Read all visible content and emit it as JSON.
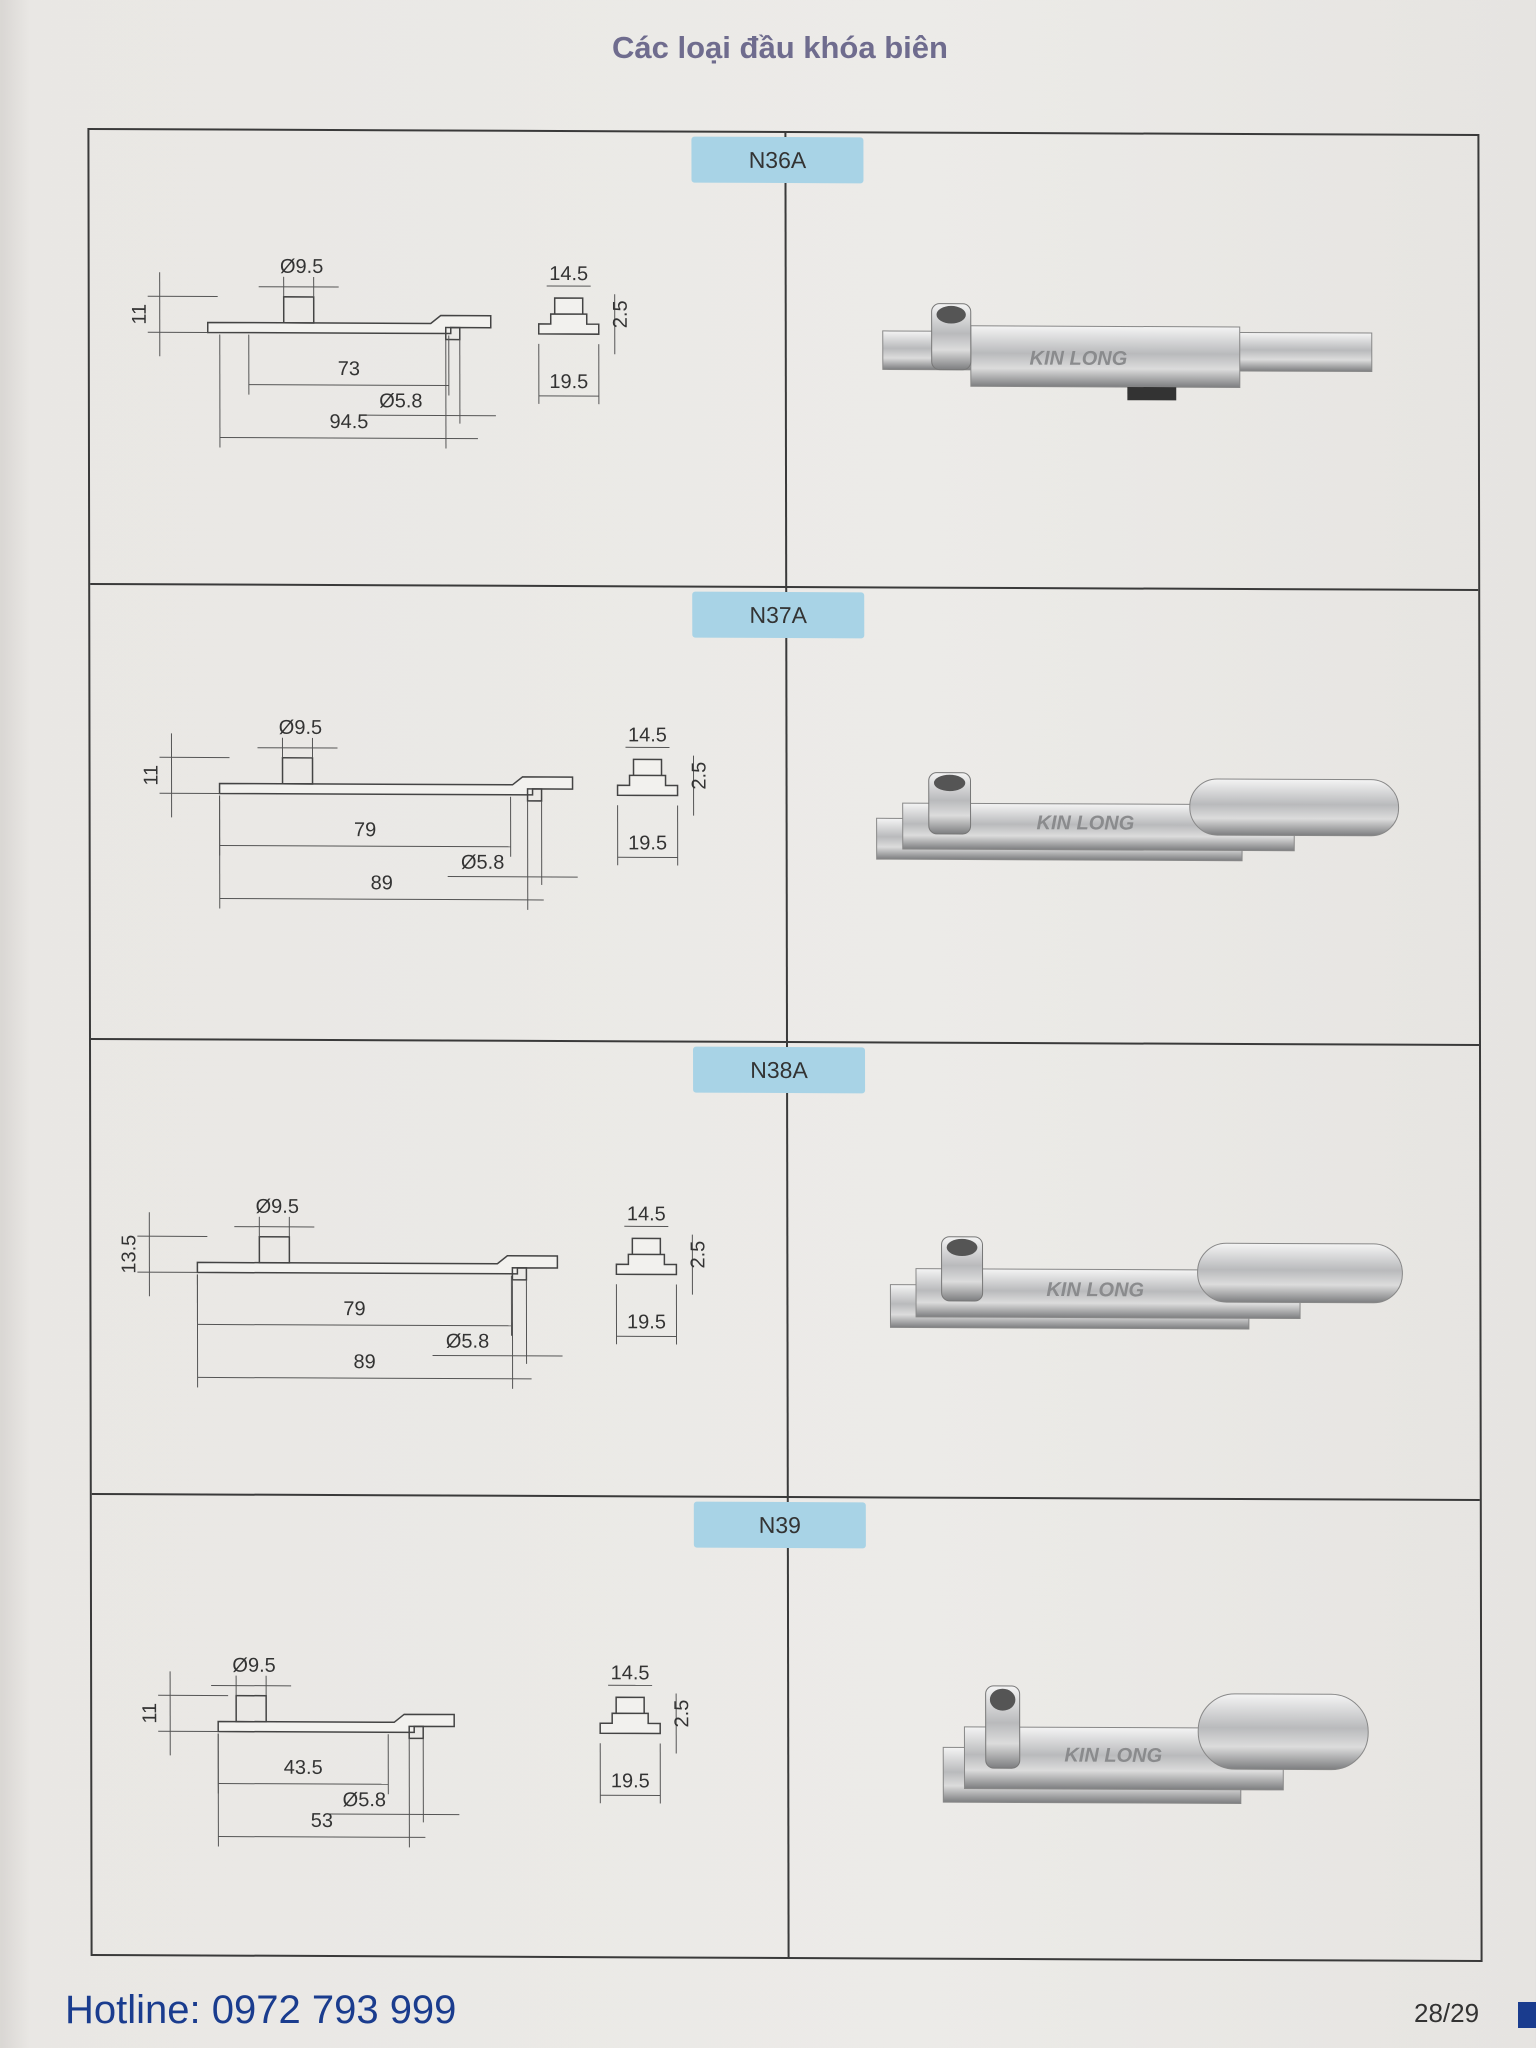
{
  "page": {
    "title": "Các loại đầu khóa biên",
    "hotline": "Hotline: 0972 793 999",
    "page_number": "28/29",
    "accent_color": "#1a3c8e",
    "badge_color": "#a8d3e6"
  },
  "products": [
    {
      "code": "N36A",
      "brand_mark": "KIN LONG",
      "dims": {
        "pin_dia": "Ø9.5",
        "height": "11",
        "inner": "73",
        "hole": "Ø5.8",
        "total": "94.5",
        "top_w": "14.5",
        "step": "2.5",
        "bottom_w": "19.5"
      }
    },
    {
      "code": "N37A",
      "brand_mark": "KIN LONG",
      "dims": {
        "pin_dia": "Ø9.5",
        "height": "11",
        "inner": "79",
        "hole": "Ø5.8",
        "total": "89",
        "top_w": "14.5",
        "step": "2.5",
        "bottom_w": "19.5"
      }
    },
    {
      "code": "N38A",
      "brand_mark": "KIN LONG",
      "dims": {
        "pin_dia": "Ø9.5",
        "height": "13.5",
        "inner": "79",
        "hole": "Ø5.8",
        "total": "89",
        "top_w": "14.5",
        "step": "2.5",
        "bottom_w": "19.5"
      }
    },
    {
      "code": "N39",
      "brand_mark": "KIN LONG",
      "dims": {
        "pin_dia": "Ø9.5",
        "height": "11",
        "inner": "43.5",
        "hole": "Ø5.8",
        "total": "53",
        "top_w": "14.5",
        "step": "2.5",
        "bottom_w": "19.5"
      }
    }
  ]
}
